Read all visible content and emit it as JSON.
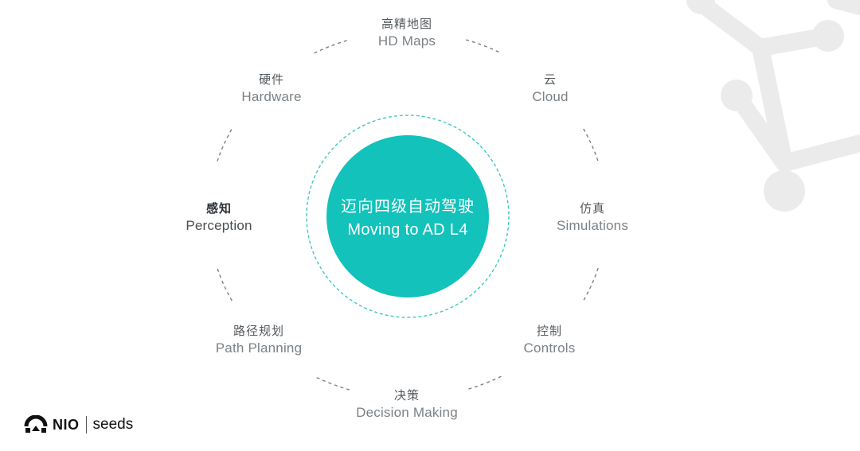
{
  "colors": {
    "accent": "#12c2bb",
    "dash": "#7a7f84",
    "center_ring": "#3ec9c0",
    "decor": "#ebebeb"
  },
  "center": {
    "zh": "迈向四级自动驾驶",
    "en": "Moving to AD L4"
  },
  "nodes": [
    {
      "id": "hd-maps",
      "zh": "高精地图",
      "en": "HD Maps"
    },
    {
      "id": "cloud",
      "zh": "云",
      "en": "Cloud"
    },
    {
      "id": "simulations",
      "zh": "仿真",
      "en": "Simulations"
    },
    {
      "id": "controls",
      "zh": "控制",
      "en": "Controls"
    },
    {
      "id": "decision-making",
      "zh": "决策",
      "en": "Decision Making"
    },
    {
      "id": "path-planning",
      "zh": "路径规划",
      "en": "Path Planning"
    },
    {
      "id": "perception",
      "zh": "感知",
      "en": "Perception"
    },
    {
      "id": "hardware",
      "zh": "硬件",
      "en": "Hardware"
    }
  ],
  "brand": {
    "logo_icon": "nio-logo-icon",
    "name": "NIO",
    "sub": "seeds"
  }
}
